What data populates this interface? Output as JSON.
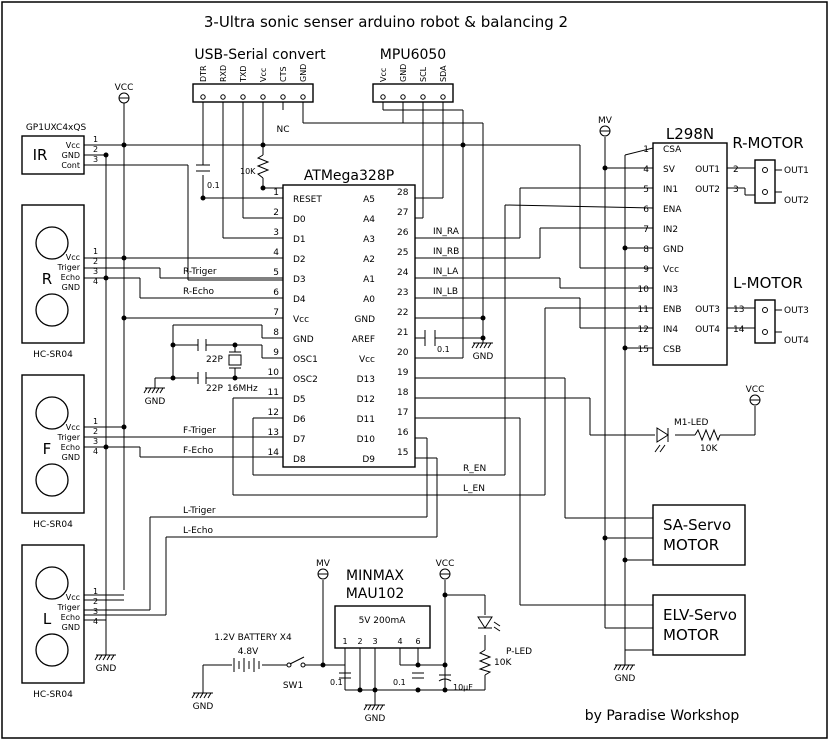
{
  "title": "3-Ultra sonic senser arduino robot & balancing 2",
  "footer": "by Paradise Workshop",
  "mcu": {
    "name": "ATMega328P",
    "left_pins": [
      {
        "num": "1",
        "label": "RESET"
      },
      {
        "num": "2",
        "label": "D0"
      },
      {
        "num": "3",
        "label": "D1"
      },
      {
        "num": "4",
        "label": "D2"
      },
      {
        "num": "5",
        "label": "D3"
      },
      {
        "num": "6",
        "label": "D4"
      },
      {
        "num": "7",
        "label": "Vcc"
      },
      {
        "num": "8",
        "label": "GND"
      },
      {
        "num": "9",
        "label": "OSC1"
      },
      {
        "num": "10",
        "label": "OSC2"
      },
      {
        "num": "11",
        "label": "D5"
      },
      {
        "num": "12",
        "label": "D6"
      },
      {
        "num": "13",
        "label": "D7"
      },
      {
        "num": "14",
        "label": "D8"
      }
    ],
    "right_pins": [
      {
        "num": "28",
        "label": "A5"
      },
      {
        "num": "27",
        "label": "A4"
      },
      {
        "num": "26",
        "label": "A3"
      },
      {
        "num": "25",
        "label": "A2"
      },
      {
        "num": "24",
        "label": "A1"
      },
      {
        "num": "23",
        "label": "A0"
      },
      {
        "num": "22",
        "label": "GND"
      },
      {
        "num": "21",
        "label": "AREF"
      },
      {
        "num": "20",
        "label": "Vcc"
      },
      {
        "num": "19",
        "label": "D13"
      },
      {
        "num": "18",
        "label": "D12"
      },
      {
        "num": "17",
        "label": "D11"
      },
      {
        "num": "16",
        "label": "D10"
      },
      {
        "num": "15",
        "label": "D9"
      }
    ]
  },
  "usb": {
    "title": "USB-Serial convert",
    "pins": [
      "DTR",
      "RXD",
      "TXD",
      "Vcc",
      "CTS",
      "GND"
    ],
    "nc": "NC"
  },
  "mpu": {
    "title": "MPU6050",
    "pins": [
      "Vcc",
      "GND",
      "SCL",
      "SDA"
    ]
  },
  "ir": {
    "part": "GP1UXC4xQS",
    "label": "IR",
    "pins": [
      "Vcc",
      "GND",
      "Cont"
    ],
    "nums": [
      "1",
      "2",
      "3"
    ]
  },
  "sonar_pins": [
    "Vcc",
    "Triger",
    "Echo",
    "GND"
  ],
  "sonar_nums": [
    "1",
    "2",
    "3",
    "4"
  ],
  "sonar_part": "HC-SR04",
  "sonars": [
    {
      "letter": "R"
    },
    {
      "letter": "F"
    },
    {
      "letter": "L"
    }
  ],
  "signals": {
    "r_trig": "R-Triger",
    "r_echo": "R-Echo",
    "f_trig": "F-Triger",
    "f_echo": "F-Echo",
    "l_trig": "L-Triger",
    "l_echo": "L-Echo",
    "in_ra": "IN_RA",
    "in_rb": "IN_RB",
    "in_la": "IN_LA",
    "in_lb": "IN_LB",
    "r_en": "R_EN",
    "l_en": "L_EN"
  },
  "l298": {
    "name": "L298N",
    "left_pins": [
      {
        "num": "1",
        "label": "CSA"
      },
      {
        "num": "4",
        "label": "SV"
      },
      {
        "num": "5",
        "label": "IN1"
      },
      {
        "num": "6",
        "label": "ENA"
      },
      {
        "num": "7",
        "label": "IN2"
      },
      {
        "num": "8",
        "label": "GND"
      },
      {
        "num": "9",
        "label": "Vcc"
      },
      {
        "num": "10",
        "label": "IN3"
      },
      {
        "num": "11",
        "label": "ENB"
      },
      {
        "num": "12",
        "label": "IN4"
      },
      {
        "num": "15",
        "label": "CSB"
      }
    ],
    "outs": [
      {
        "label": "OUT1",
        "num": "2"
      },
      {
        "label": "OUT2",
        "num": "3"
      },
      {
        "label": "OUT3",
        "num": "13"
      },
      {
        "label": "OUT4",
        "num": "14"
      }
    ]
  },
  "rmotor": {
    "title": "R-MOTOR",
    "out_a": "OUT1",
    "out_b": "OUT2"
  },
  "lmotor": {
    "title": "L-MOTOR",
    "out_a": "OUT3",
    "out_b": "OUT4"
  },
  "sa_servo": [
    "SA-Servo",
    "MOTOR"
  ],
  "elv_servo": [
    "ELV-Servo",
    "MOTOR"
  ],
  "regulator": {
    "name1": "MINMAX",
    "name2": "MAU102",
    "spec": "5V 200mA",
    "pins": [
      "1",
      "2",
      "3",
      "4",
      "6"
    ]
  },
  "battery": {
    "label": "1.2V BATTERY X4",
    "voltage": "4.8V",
    "switch": "SW1"
  },
  "power": {
    "vcc": "VCC",
    "mv": "MV",
    "gnd": "GND"
  },
  "components": {
    "c_reset": "0.1",
    "r_reset": "10K",
    "c_osc": "22P",
    "crystal": "16MHz",
    "c_aref": "0.1",
    "c_reg1": "0.1",
    "c_reg2": "0.1",
    "c_reg3": "10μF",
    "m1_led": "M1-LED",
    "m1_r": "10K",
    "p_led": "P-LED",
    "p_r": "10K"
  }
}
